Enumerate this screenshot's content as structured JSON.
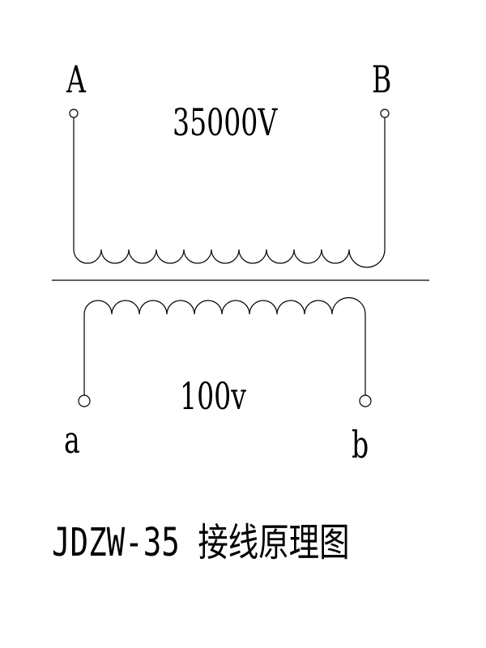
{
  "terminals": {
    "primary_left": "A",
    "primary_right": "B",
    "secondary_left": "a",
    "secondary_right": "b"
  },
  "primary_voltage": "35000V",
  "secondary_voltage": "100v",
  "caption": "JDZW-35 接线原理图",
  "colors": {
    "line": "#000000",
    "background": "#ffffff"
  }
}
